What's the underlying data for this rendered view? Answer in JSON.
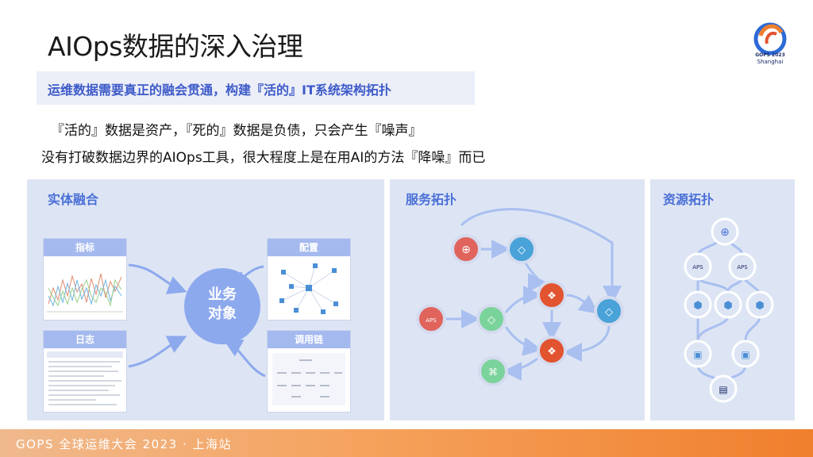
{
  "title": "AIOps数据的深入治理",
  "logo": {
    "line1": "GOPS 2023",
    "line2": "Shanghai"
  },
  "banner": "运维数据需要真正的融会贯通，构建『活的』IT系统架构拓扑",
  "lines": [
    "『活的』数据是资产，『死的』数据是负债，只会产生『噪声』",
    "没有打破数据边界的AIOps工具，很大程度上是在用AI的方法『降噪』而已"
  ],
  "panels": {
    "entity": {
      "title": "实体融合",
      "center": [
        "业务",
        "对象"
      ],
      "cards": [
        "指标",
        "配置",
        "日志",
        "调用链"
      ]
    },
    "service": {
      "title": "服务拓扑",
      "node_label": "APS"
    },
    "resource": {
      "title": "资源拓扑",
      "node_label": "APS"
    }
  },
  "footer": "GOPS 全球运维大会 2023 · 上海站",
  "colors": {
    "accent": "#4a6fd6",
    "panel": "#dde5f4",
    "node_red": "#e0645c",
    "node_green": "#7ad39a",
    "node_blue": "#4aa3d8",
    "node_orange": "#e2532f"
  }
}
